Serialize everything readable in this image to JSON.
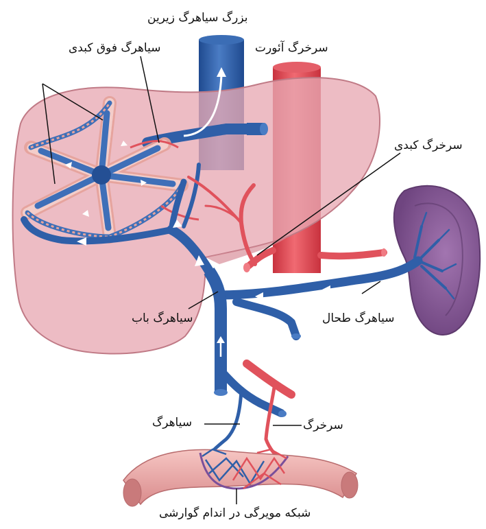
{
  "labels": {
    "ivc": "بزرگ سیاهرگ زیرین",
    "hepatic_vein": "سیاهرگ فوق کبدی",
    "aorta": "سرخرگ آئورت",
    "hepatic_artery": "سرخرگ کبدی",
    "portal_vein": "سیاهرگ باب",
    "splenic_vein": "سیاهرگ طحال",
    "vein": "سیاهرگ",
    "artery": "سرخرگ",
    "capillary_network": "شبکه مویرگی در اندام گوارشی"
  },
  "colors": {
    "liver": "#e8a9b3",
    "liver_edge": "#c07a86",
    "vein": "#2f5fa8",
    "vein_light": "#4a7cc4",
    "artery": "#e0525c",
    "artery_light": "#f07c84",
    "spleen": "#8a5a99",
    "intestine": "#efb0ae",
    "hepatocyte": "#f1c2bf"
  }
}
